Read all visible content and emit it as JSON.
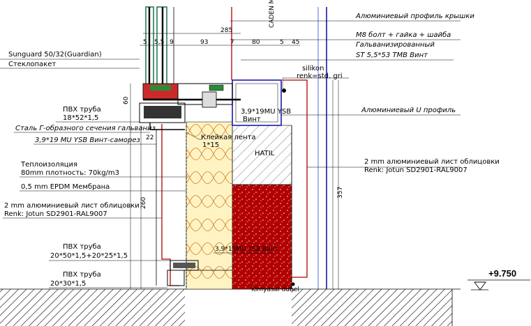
{
  "labels": {
    "top_1": "Алюминиевый профиль крышки",
    "top_2": "M8 болт + гайка + шайба",
    "top_3": "Гальванизированный",
    "top_4": "ST 5,5*53 TMB Винт",
    "silikon": "silikon",
    "silikon_renk": "renk=std. gri",
    "u_profile": "Алюминиевый U профиль",
    "screw_vint_1": "3,9*19MU YSB",
    "screw_vint_2": "Винт",
    "sunguard": "Sunguard 50/32(Guardian)",
    "steklopaket": "Стеклопакет",
    "pvc1_a": "ПВХ труба",
    "pvc1_b": "18*52*1,5",
    "steel_l": "Сталь Г-образного сечения гальваниз",
    "screw_self": "3,9*19 MU YSB Винт-саморез",
    "tape_a": "Клейкая лента",
    "tape_b": "1*15",
    "hatil": "HATIL",
    "insul_a": "Теплоизоляция",
    "insul_b": "80mm плотность: 70kg/m3",
    "epdm": "0,5 mm EPDM Мембрана",
    "cladding_l_a": "2 mm алюминиевый лист облицовки",
    "cladding_l_b": "Renk: Jotun SD2901-RAL9007",
    "cladding_r_a": "2 mm алюминиевый лист облицовки",
    "cladding_r_b": "Renk: Jotun SD2901-RAL9007",
    "pvc2_a": "ПВХ труба",
    "pvc2_b": "20*50*1,5+20*25*1,5",
    "pvc3_a": "ПВХ труба",
    "pvc3_b": "20*30*1,5",
    "bottom_screw": "3,9*19MU YSB Винт",
    "bottom_small": "Kimyasal dübel",
    "vertical_note": "CADEN ME"
  },
  "dimensions": {
    "d285": "285",
    "d5a": "5",
    "d5_5": "5,5",
    "d9": "9",
    "d93": "93",
    "d7": "7",
    "d80": "80",
    "d5b": "5",
    "d45": "45",
    "d60": "60",
    "d22": "22",
    "d260": "260",
    "d357": "357"
  },
  "elevation": "+9.750",
  "colors": {
    "red_line": "#b00000",
    "blue_line": "#1a1ab0",
    "masonry": "#b00000",
    "insulation": "#fff2b8",
    "glass": "#2f8a5a"
  }
}
